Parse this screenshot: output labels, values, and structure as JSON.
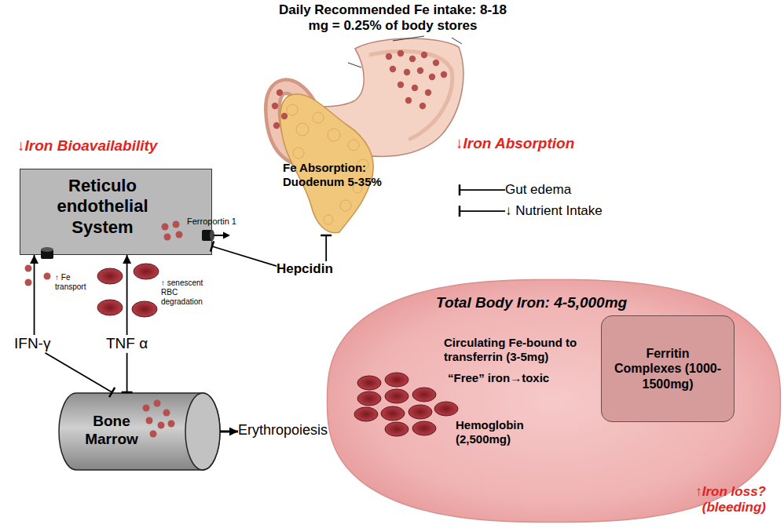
{
  "diagram": {
    "nodes": [
      {
        "text": [
          "Fe Absorption: Duodenum 5-35%"
        ]
      },
      {
        "text": [
          "Reticulo endothelial System"
        ]
      },
      {
        "text": [
          "Gut edema"
        ]
      },
      {
        "text": [
          "↓ Nutrient Intake"
        ]
      },
      {
        "text": [
          "Hepcidin"
        ]
      },
      {
        "text": [
          "IFN-γ"
        ]
      },
      {
        "text": [
          "TNF α"
        ]
      },
      {
        "text": [
          "Bone Marrow"
        ]
      },
      {
        "text": [
          "Erythropoiesis"
        ]
      },
      {
        "text": [
          "Total Body Iron: 4-5,000mg",
          "Circulating Fe-bound to transferrin (3-5mg)",
          "“Free” iron→toxic",
          "Hemoglobin (2,500mg)"
        ]
      },
      {
        "text": [
          "Ferritin Complexes (1000-1500mg)"
        ],
        "in": 9
      }
    ],
    "edges": [
      {
        "from": 4,
        "to": 0,
        "arrow": "to"
      },
      {
        "from": 4,
        "to": 1,
        "arrow": "to"
      },
      {
        "from": 2,
        "to": 0,
        "arrow": "to"
      },
      {
        "from": 3,
        "to": 0,
        "arrow": "to"
      },
      {
        "from": 5,
        "to": 1,
        "arrow": "to"
      },
      {
        "from": 6,
        "to": 1,
        "arrow": "to"
      },
      {
        "from": 5,
        "to": 7,
        "arrow": "to"
      },
      {
        "from": 6,
        "to": 7,
        "arrow": "to"
      },
      {
        "from": 7,
        "to": 8,
        "arrow": "to"
      }
    ],
    "labels": [
      "Daily Recommended Fe intake: 8-18 mg = 0.25% of body stores",
      "↓Iron Bioavailability",
      "↓Iron Absorption",
      "Ferroportin 1",
      "↑ Fe transport",
      "↑ senescent RBC degradation",
      "↑Iron loss? (bleeding)"
    ]
  }
}
